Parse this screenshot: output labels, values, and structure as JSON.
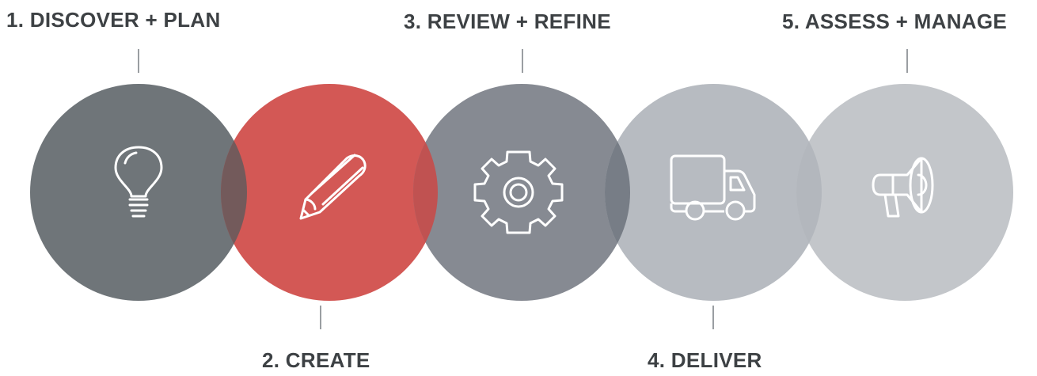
{
  "steps": [
    {
      "label": "1. DISCOVER + PLAN",
      "icon": "lightbulb-icon",
      "color": "#6f7579",
      "label_position": "top"
    },
    {
      "label": "2. CREATE",
      "icon": "pencil-icon",
      "color": "#d35855",
      "label_position": "bottom"
    },
    {
      "label": "3. REVIEW + REFINE",
      "icon": "gear-icon",
      "color": "#868a92",
      "label_position": "top"
    },
    {
      "label": "4. DELIVER",
      "icon": "truck-icon",
      "color": "#b7bbc1",
      "label_position": "bottom"
    },
    {
      "label": "5. ASSESS + MANAGE",
      "icon": "megaphone-icon",
      "color": "#c3c6ca",
      "label_position": "top"
    }
  ],
  "overlap_colors": [
    "#735a5b",
    "#c05251",
    "#777d86",
    "#b3b7bd"
  ]
}
